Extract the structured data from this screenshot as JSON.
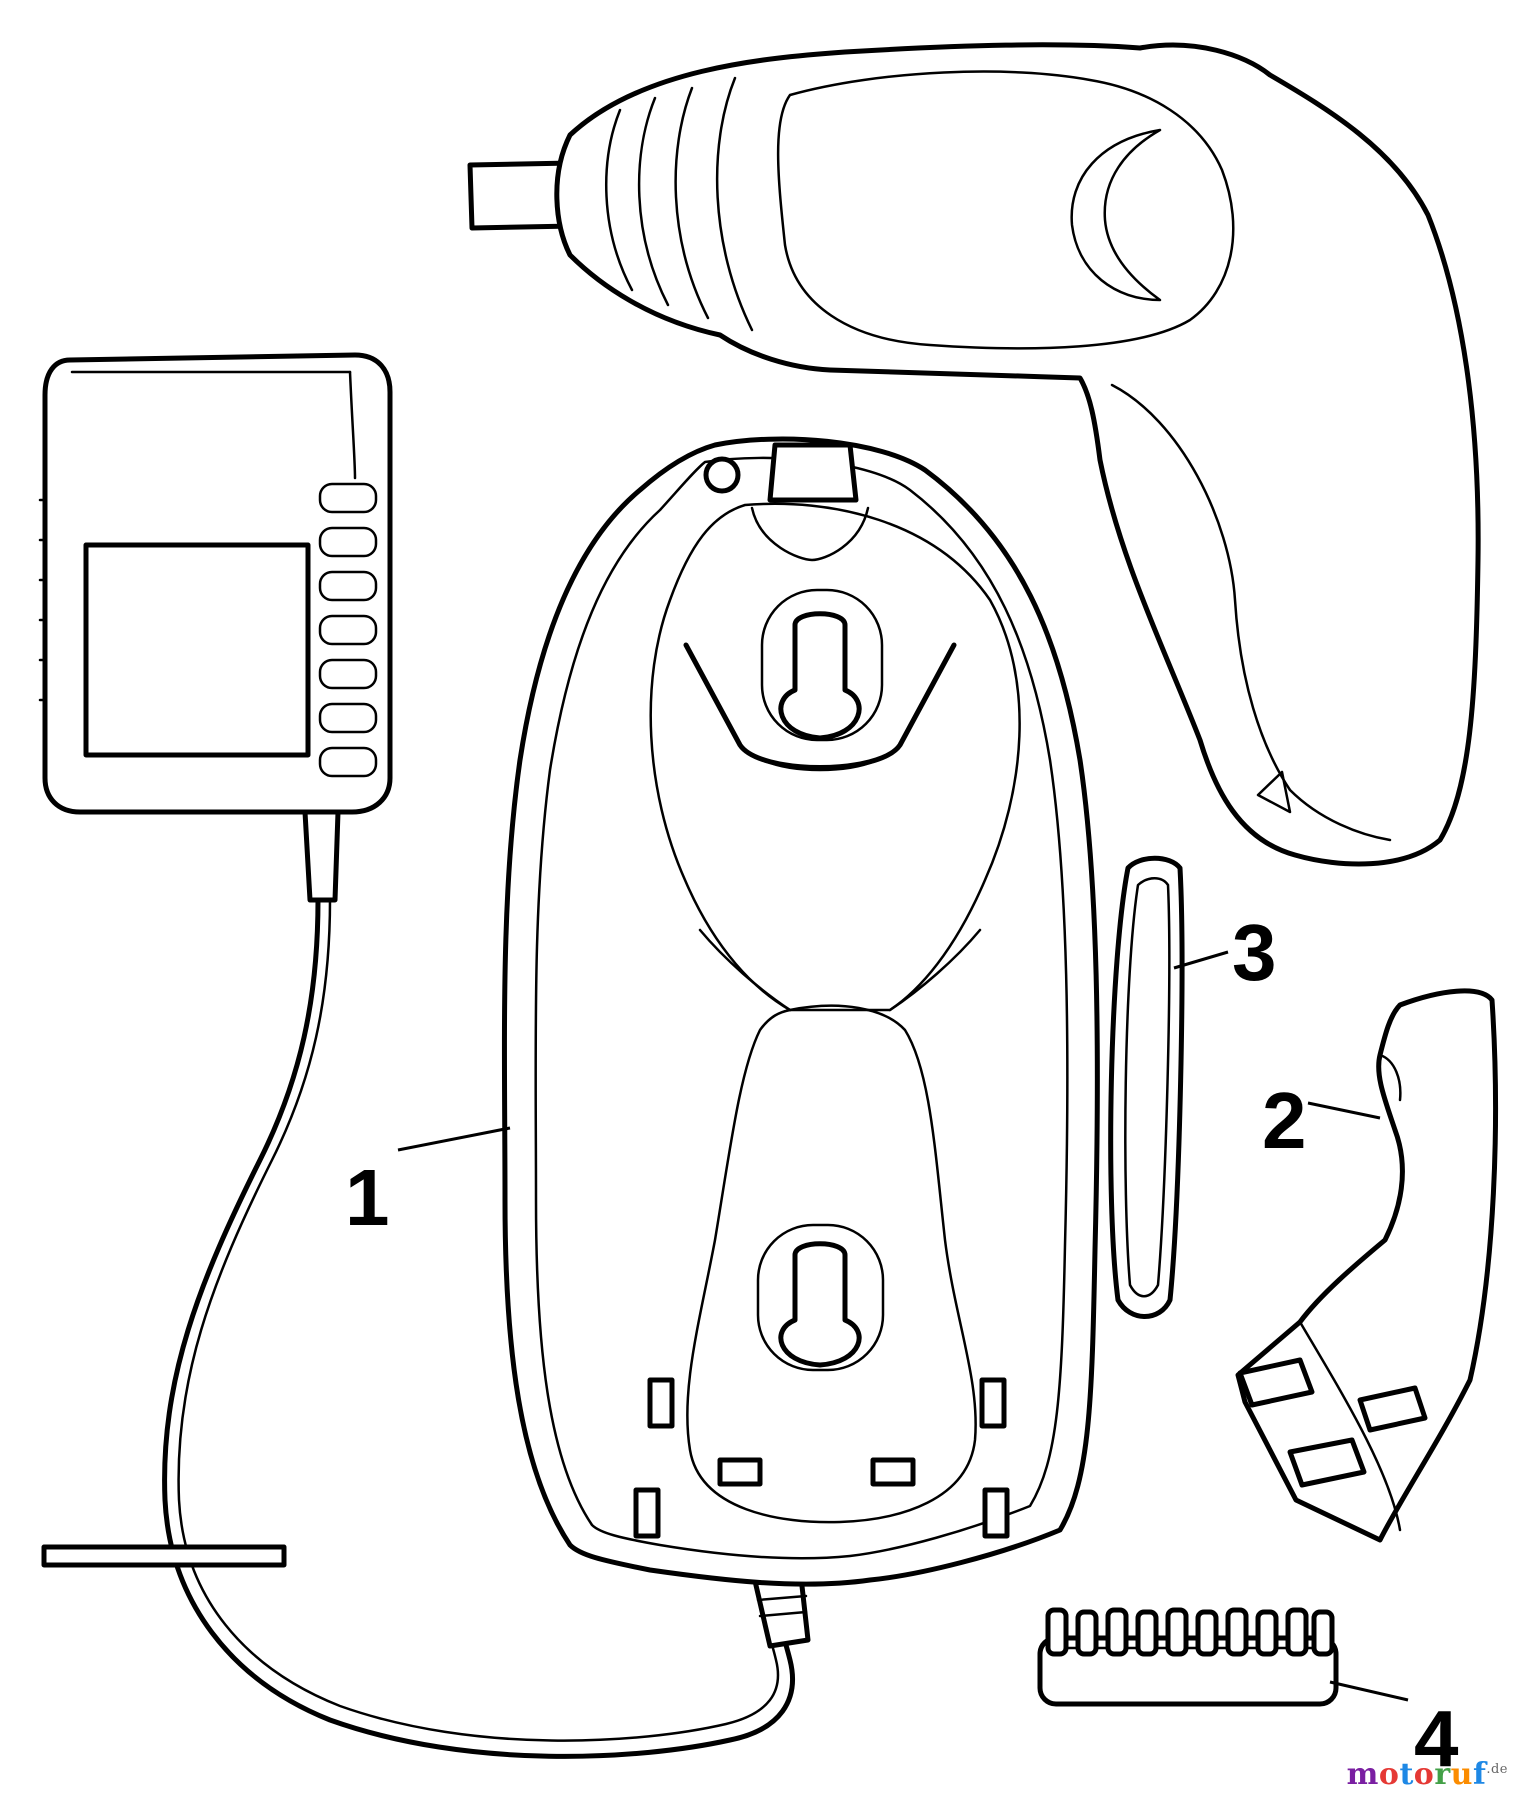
{
  "callouts": {
    "c1": "1",
    "c2": "2",
    "c3": "3",
    "c4": "4"
  },
  "watermark": {
    "letters": [
      "m",
      "o",
      "t",
      "o",
      "r",
      "u",
      "f"
    ],
    "colors": [
      "#7a1fa2",
      "#e53935",
      "#1e88e5",
      "#e53935",
      "#43a047",
      "#fb8c00",
      "#1e88e5"
    ],
    "suffix": ".de",
    "suffix_color": "#666666"
  },
  "parts": [
    "cordless-screwdriver",
    "charging-base",
    "plug-adapter",
    "mains-plug",
    "holder-clip",
    "bit-holder"
  ]
}
